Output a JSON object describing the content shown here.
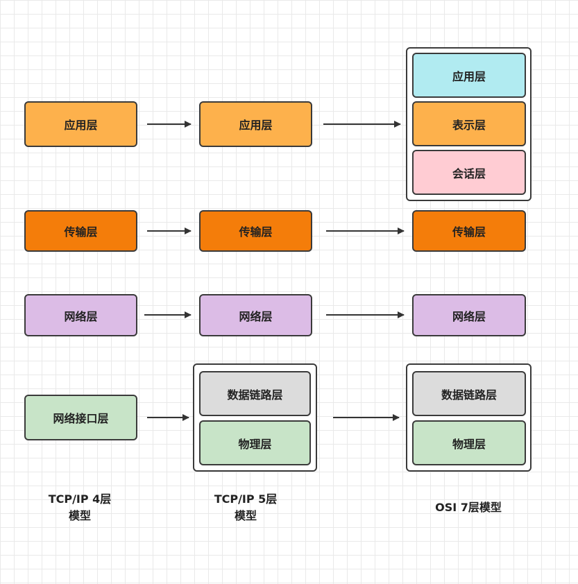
{
  "tcpip4": {
    "layers": [
      "应用层",
      "传输层",
      "网络层",
      "网络接口层"
    ],
    "caption": [
      "TCP/IP 4层",
      "模型"
    ]
  },
  "tcpip5": {
    "layers": [
      "应用层",
      "传输层",
      "网络层",
      "数据链路层",
      "物理层"
    ],
    "caption": [
      "TCP/IP 5层",
      "模型"
    ]
  },
  "osi7": {
    "layers": [
      "应用层",
      "表示层",
      "会话层",
      "传输层",
      "网络层",
      "数据链路层",
      "物理层"
    ],
    "caption": "OSI 7层模型"
  },
  "colors": {
    "application": "#fdb14c",
    "transport": "#f47d0a",
    "network": "#dcbce6",
    "link": "#dcdcdc",
    "physical": "#c8e4c8",
    "osi_application": "#b1ebf1",
    "session": "#ffccd3",
    "border": "#3a3a3a"
  }
}
